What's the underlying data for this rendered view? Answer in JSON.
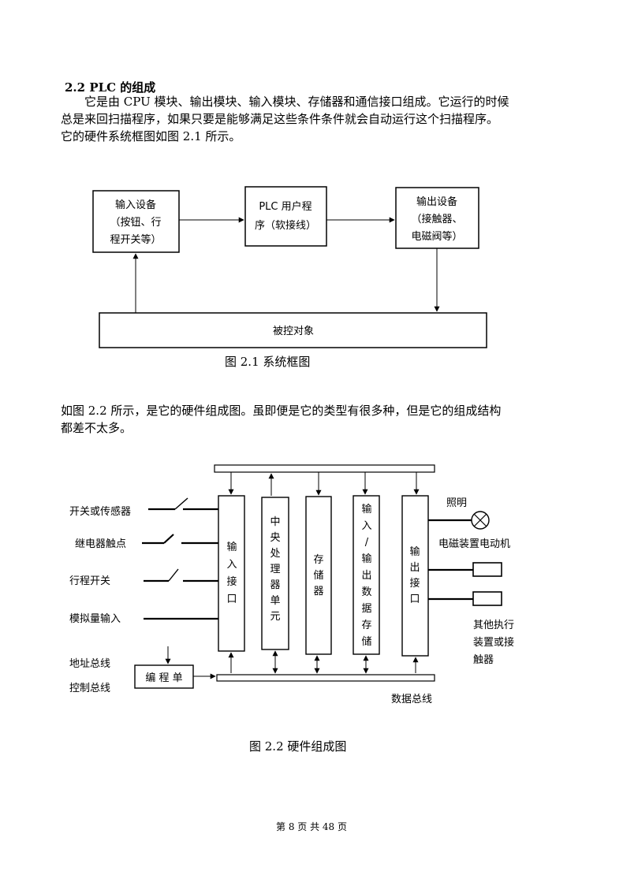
{
  "section": {
    "heading": "2.2 PLC 的组成",
    "para1": [
      "它是由 CPU 模块、输出模块、输入模块、存储器和通信接口组成。它运行的时候",
      "总是来回扫描程序，如果只要是能够满足这些条件条件就会自动运行这个扫描程序。",
      "它的硬件系统框图如图 2.1 所示。"
    ],
    "para2": [
      "如图 2.2 所示，是它的硬件组成图。虽即便是它的类型有很多种，但是它的组成结构",
      "都差不太多。"
    ]
  },
  "fig1": {
    "input_box": [
      "输入设备",
      "（按钮、行",
      "程开关等）"
    ],
    "plc_box": [
      "PLC 用户程",
      "序（软接线）"
    ],
    "output_box": [
      "输出设备",
      "（接触器、",
      "电磁阀等）"
    ],
    "controlled_box": "被控对象",
    "caption": "图 2.1 系统框图"
  },
  "fig2": {
    "inputs": [
      "开关或传感器",
      "继电器触点",
      "行程开关",
      "模拟量输入"
    ],
    "bus_labels": [
      "地址总线",
      "控制总线"
    ],
    "programmer": "编 程 单",
    "columns": [
      {
        "label": "输入接口"
      },
      {
        "label": "中央处理器单元"
      },
      {
        "label": "存储器"
      },
      {
        "label": "输入/输出数据存储"
      },
      {
        "label": "输出接口"
      }
    ],
    "outputs": {
      "lamp": "照明",
      "motor": "电磁装置电动机",
      "other": [
        "其他执行",
        "装置或接",
        "触器"
      ]
    },
    "data_bus": "数据总线",
    "caption": "图 2.2 硬件组成图"
  },
  "footer": "第 8 页 共 48 页"
}
